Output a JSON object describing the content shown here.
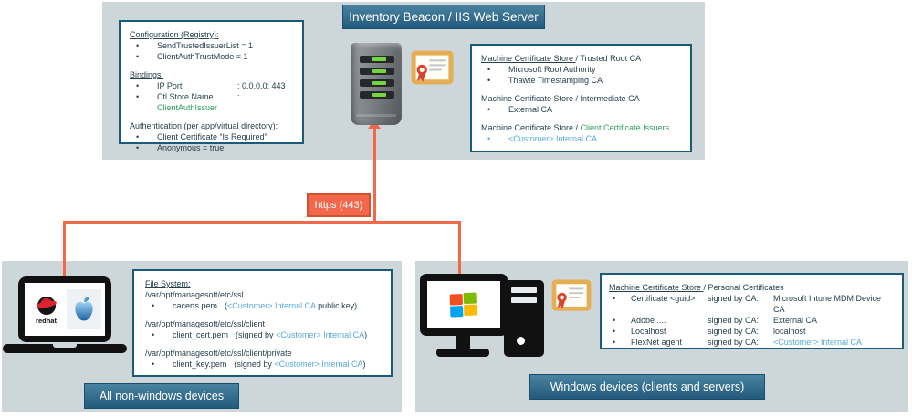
{
  "colors": {
    "panel_bg": "#cdd6d8",
    "banner_blue_top": "#4a83a1",
    "banner_blue_bottom": "#235a7d",
    "box_border": "#1b5a78",
    "text_dark": "#27404e",
    "green_text": "#2e9e5b",
    "blue_text": "#56a9d8",
    "arrow_orange": "#f2684a"
  },
  "top_panel": {
    "title": "Inventory Beacon / IIS Web Server",
    "config_box": {
      "s1_heading": "Configuration (Registry):",
      "s1_item1": "SendTrustedIssuerList = 1",
      "s1_item2": "ClientAuthTrustMode = 1",
      "s2_heading": "Bindings:",
      "s2_row1_key": "IP Port",
      "s2_row1_val": ":  0.0.0.0: 443",
      "s2_row2_key": "Ctl Store Name",
      "s2_row2_sep": ":  ",
      "s2_row2_val": "ClientAuthIssuer",
      "s3_heading": "Authentication (per app/virtual directory):",
      "s3_item1": "Client Certificate “Is Required”",
      "s3_item2": "Anonymous = true"
    },
    "store_box": {
      "g1_title_underlined": "Machine Certificate Store ",
      "g1_title_rest": "/ Trusted Root CA",
      "g1_item1": "Microsoft Root Authority",
      "g1_item2": "Thawte Timestamping CA",
      "g2_title": "Machine Certificate Store / Intermediate CA",
      "g2_item1": "External CA",
      "g3_title_plain": "Machine Certificate Store / ",
      "g3_title_green": "Client Certificate Issuers",
      "g3_item1": "<Customer> Internal CA"
    }
  },
  "arrow": {
    "label": "https (443)"
  },
  "left_panel": {
    "banner": "All non-windows devices",
    "redhat_label": "redhat",
    "file_box": {
      "heading": "File System:",
      "path1": "/var/opt/managesoft/etc/ssl",
      "f1_name": "cacerts.pem",
      "f1_pre": "(",
      "f1_link": "<Customer> Internal CA",
      "f1_post": " public key)",
      "path2": "/var/opt/managesoft/etc/ssl/client",
      "f2_name": "client_cert.pem",
      "f2_pre": "(signed by ",
      "f2_link": "<Customer> Internal CA",
      "f2_post": ")",
      "path3": "/var/opt/managesoft/etc/ssl/client/private",
      "f3_name": "client_key.pem",
      "f3_pre": "(signed by ",
      "f3_link": "<Customer> Internal CA",
      "f3_post": ")"
    }
  },
  "right_panel": {
    "banner": "Windows devices (clients and servers)",
    "certs_box": {
      "title_underlined": "Machine Certificate Store ",
      "title_rest": "/ Personal Certificates",
      "rows": [
        {
          "name": "Certificate <guid>",
          "mid": "signed by CA:",
          "ca": "Microsoft Intune MDM Device CA"
        },
        {
          "name": "Adobe ....",
          "mid": "signed by CA:",
          "ca": "External CA"
        },
        {
          "name": "Localhost",
          "mid": "signed by CA:",
          "ca": "localhost"
        },
        {
          "name": "FlexNet agent",
          "mid": "signed by CA:",
          "ca": "<Customer> Internal CA"
        }
      ]
    }
  }
}
